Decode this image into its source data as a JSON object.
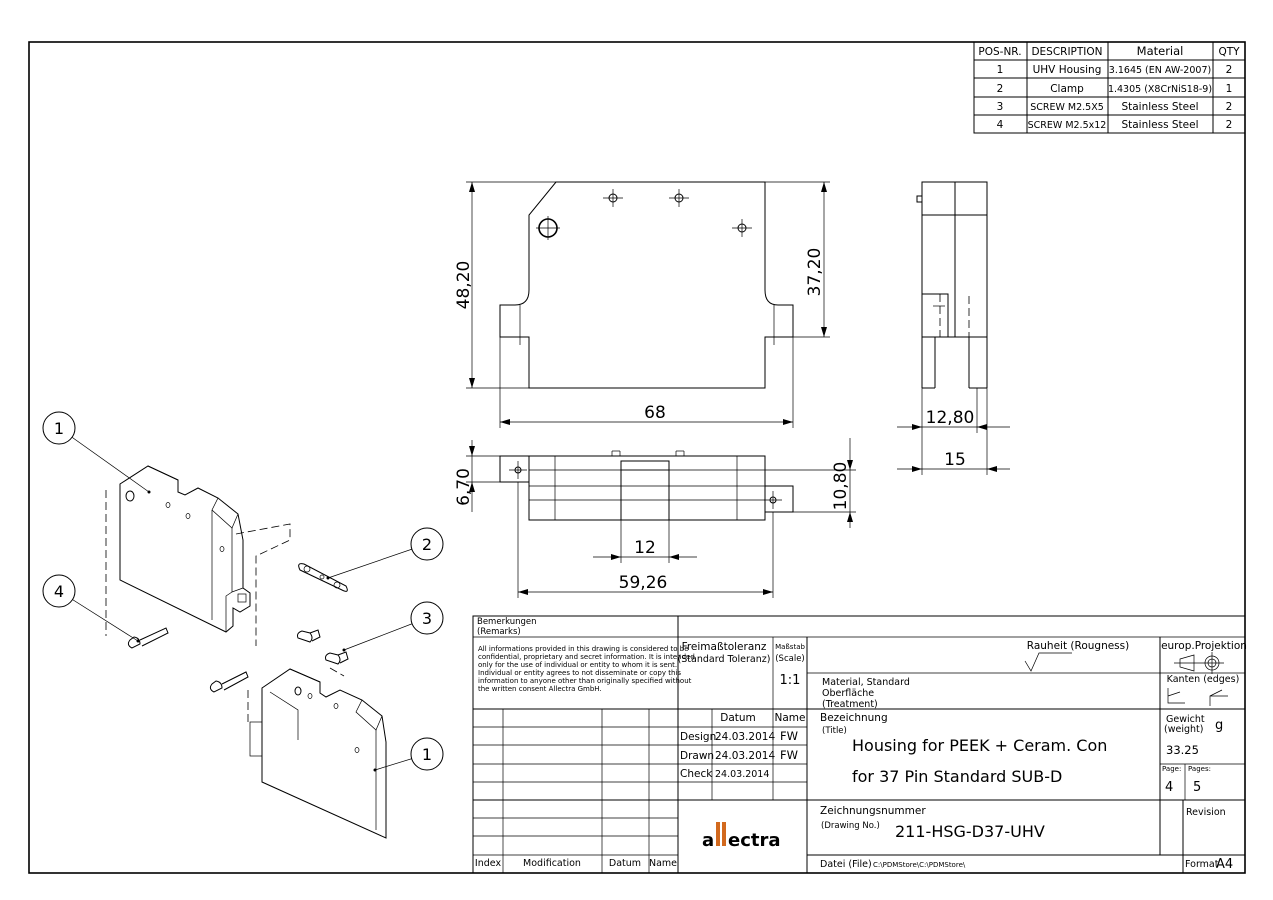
{
  "bom": {
    "headers": [
      "POS-NR.",
      "DESCRIPTION",
      "Material",
      "QTY"
    ],
    "rows": [
      [
        "1",
        "UHV Housing",
        "3.1645 (EN AW-2007)",
        "2"
      ],
      [
        "2",
        "Clamp",
        "1.4305 (X8CrNiS18-9)",
        "1"
      ],
      [
        "3",
        "SCREW M2.5X5",
        "Stainless Steel",
        "2"
      ],
      [
        "4",
        "SCREW M2.5x12",
        "Stainless Steel",
        "2"
      ]
    ]
  },
  "dimensions": {
    "height_total": "48,20",
    "height_body": "37,20",
    "width_total": "68",
    "side_thickness": "12,80",
    "side_total": "15",
    "top_left_height": "6,70",
    "top_right_height": "10,80",
    "slot_width": "12",
    "base_width": "59,26"
  },
  "balloons": [
    "1",
    "2",
    "3",
    "4",
    "1"
  ],
  "titleblock": {
    "remarks_label": "Bemerkungen",
    "remarks_label2": "(Remarks)",
    "confidential_lines": [
      "All informations provided in this drawing is considered to be",
      "confidential, proprietary and secret information. It is intended",
      "only for the use of individual or entity to whom it is sent.",
      "Individual or entity agrees to not disseminate or copy this",
      "information to anyone other than originally specified without",
      "the written consent Allectra GmbH."
    ],
    "tolerance_label": "Freimaßtoleranz",
    "tolerance_label2": "(Standard Toleranz)",
    "scale_label": "Maßstab",
    "scale_label2": "(Scale)",
    "scale_value": "1:1",
    "roughness_label": "Rauheit (Rougness)",
    "projection_label": "europ.Projektion",
    "edges_label": "Kanten (edges)",
    "material_line1": "Material, Standard",
    "material_line2": "Oberfläche",
    "material_line3": "(Treatment)",
    "datum_header": "Datum",
    "name_header": "Name",
    "design_label": "Design",
    "design_date": "24.03.2014",
    "design_name": "FW",
    "drawn_label": "Drawn",
    "drawn_date": "24.03.2014",
    "drawn_name": "FW",
    "check_label": "Check",
    "check_date": "24.03.2014",
    "title_label": "Bezeichnung",
    "title_label2": "(Title)",
    "title_line1": "Housing for PEEK + Ceram. Con",
    "title_line2": "for 37 Pin Standard SUB-D",
    "weight_label": "Gewicht",
    "weight_label2": "(weight)",
    "weight_unit": "g",
    "weight_value": "33.25",
    "page_label": "Page:",
    "pages_label": "Pages:",
    "page_value": "4",
    "pages_value": "5",
    "drawing_no_label": "Zeichnungsnummer",
    "drawing_no_label2": "(Drawing No.)",
    "drawing_no": "211-HSG-D37-UHV",
    "revision_label": "Revision",
    "file_label": "Datei (File)",
    "file_path": "C:\\PDMStore\\C:\\PDMStore\\",
    "format_label": "Format",
    "format_value": "A4",
    "index_label": "Index",
    "modification_label": "Modification",
    "datum_label": "Datum",
    "name_label": "Name",
    "logo_text": "allectra"
  }
}
